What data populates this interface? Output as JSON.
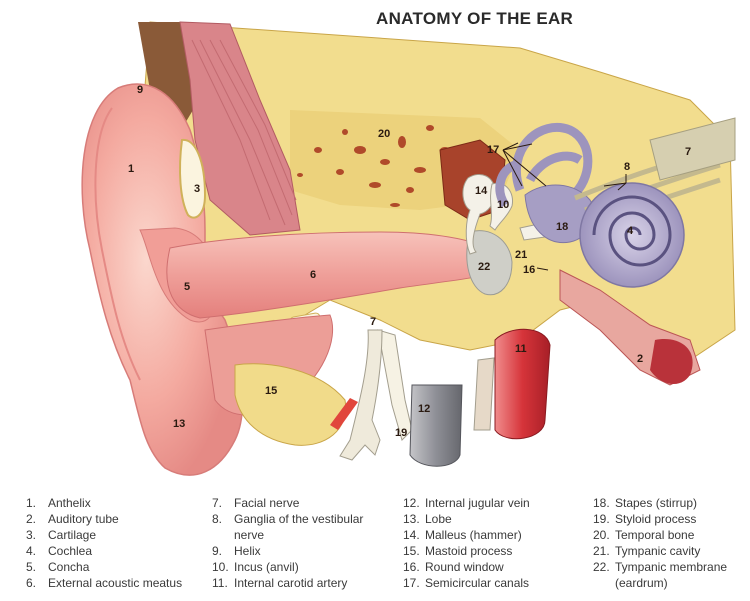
{
  "title": "ANATOMY OF THE EAR",
  "markers": [
    {
      "label": "1"
    },
    {
      "label": "2"
    },
    {
      "label": "3"
    },
    {
      "label": "4"
    },
    {
      "label": "5"
    },
    {
      "label": "6"
    },
    {
      "label": "7"
    },
    {
      "label": "7"
    },
    {
      "label": "8"
    },
    {
      "label": "9"
    },
    {
      "label": "10"
    },
    {
      "label": "11"
    },
    {
      "label": "12"
    },
    {
      "label": "13"
    },
    {
      "label": "14"
    },
    {
      "label": "15"
    },
    {
      "label": "16"
    },
    {
      "label": "17"
    },
    {
      "label": "18"
    },
    {
      "label": "19"
    },
    {
      "label": "20"
    },
    {
      "label": "21"
    },
    {
      "label": "22"
    }
  ],
  "legend": {
    "col1": [
      {
        "n": "1.",
        "t": "Anthelix"
      },
      {
        "n": "2.",
        "t": "Auditory tube"
      },
      {
        "n": "3.",
        "t": "Cartilage"
      },
      {
        "n": "4.",
        "t": "Cochlea"
      },
      {
        "n": "5.",
        "t": "Concha"
      },
      {
        "n": "6.",
        "t": "External acoustic meatus"
      }
    ],
    "col2": [
      {
        "n": "7.",
        "t": "Facial nerve"
      },
      {
        "n": "8.",
        "t": "Ganglia of the vestibular nerve"
      },
      {
        "n": "9.",
        "t": "Helix"
      },
      {
        "n": "10.",
        "t": "Incus (anvil)"
      },
      {
        "n": "11.",
        "t": "Internal carotid artery"
      }
    ],
    "col3": [
      {
        "n": "12.",
        "t": "Internal jugular vein"
      },
      {
        "n": "13.",
        "t": "Lobe"
      },
      {
        "n": "14.",
        "t": "Malleus (hammer)"
      },
      {
        "n": "15.",
        "t": "Mastoid process"
      },
      {
        "n": "16.",
        "t": "Round window"
      },
      {
        "n": "17.",
        "t": "Semicircular canals"
      }
    ],
    "col4": [
      {
        "n": "18.",
        "t": "Stapes (stirrup)"
      },
      {
        "n": "19.",
        "t": "Styloid process"
      },
      {
        "n": "20.",
        "t": "Temporal bone"
      },
      {
        "n": "21.",
        "t": "Tympanic cavity"
      },
      {
        "n": "22.",
        "t": "Tympanic membrane (eardrum)"
      }
    ]
  }
}
